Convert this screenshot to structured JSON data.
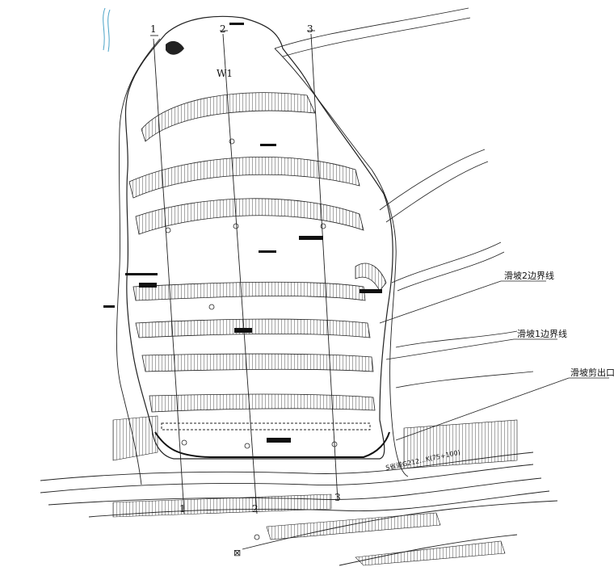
{
  "sheet": {
    "zone_label": "W1",
    "north_marker": "⊠"
  },
  "section_lines": {
    "top": [
      "1",
      "2",
      "3"
    ],
    "bottom": [
      "1",
      "2",
      "3"
    ]
  },
  "callouts": {
    "slide2_boundary": "滑坡2边界线",
    "slide1_boundary": "滑坡1边界线",
    "slide_exit": "滑坡剪出口"
  },
  "road_label": "S省道G212…K(75+100)",
  "colors": {
    "line": "#222222",
    "water": "#4aa3c7",
    "background": "#ffffff"
  }
}
